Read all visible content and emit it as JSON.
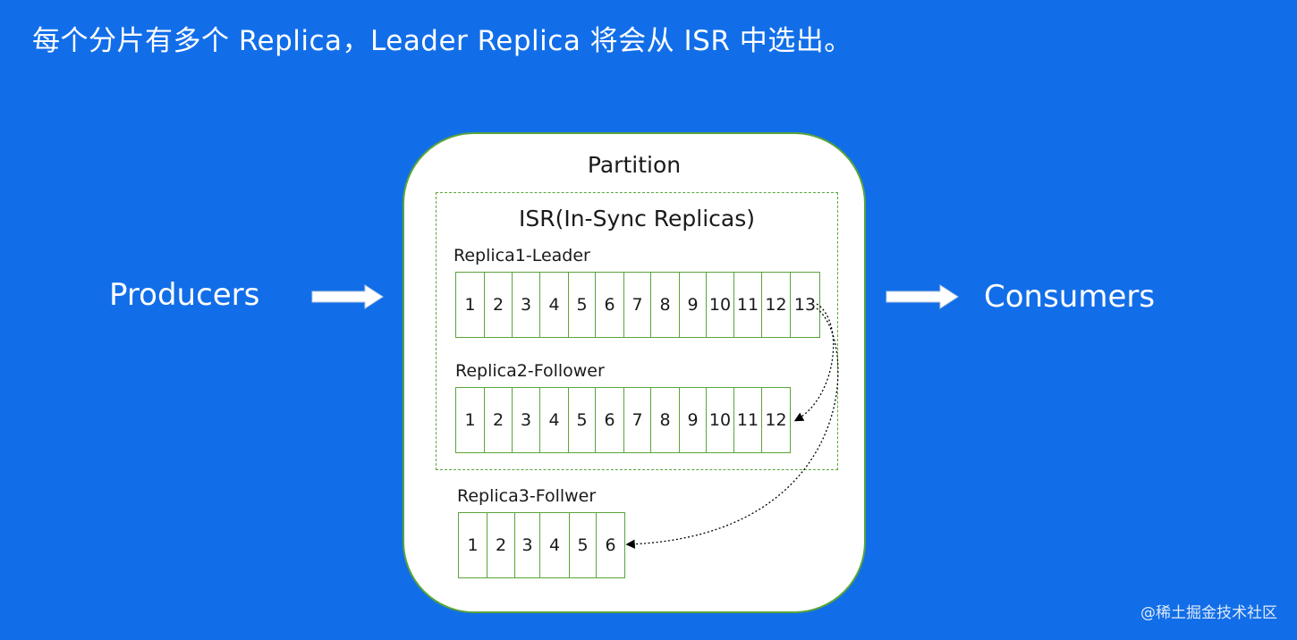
{
  "heading": "每个分片有多个 Replica，Leader Replica 将会从 ISR 中选出。",
  "producers_label": "Producers",
  "consumers_label": "Consumers",
  "partition": {
    "title": "Partition",
    "isr_title": "ISR(In-Sync Replicas)"
  },
  "replicas": [
    {
      "label": "Replica1-Leader",
      "segments": [
        "1",
        "2",
        "3",
        "4",
        "5",
        "6",
        "7",
        "8",
        "9",
        "10",
        "11",
        "12",
        "13"
      ]
    },
    {
      "label": "Replica2-Follower",
      "segments": [
        "1",
        "2",
        "3",
        "4",
        "5",
        "6",
        "7",
        "8",
        "9",
        "10",
        "11",
        "12"
      ]
    },
    {
      "label": "Replica3-Follwer",
      "segments": [
        "1",
        "2",
        "3",
        "4",
        "5",
        "6"
      ]
    }
  ],
  "footer": "@稀土掘金技术社区",
  "colors": {
    "background": "#126ee8",
    "border": "#5aa43a",
    "arrow": "#ffffff",
    "sync_arrow": "#000000"
  }
}
